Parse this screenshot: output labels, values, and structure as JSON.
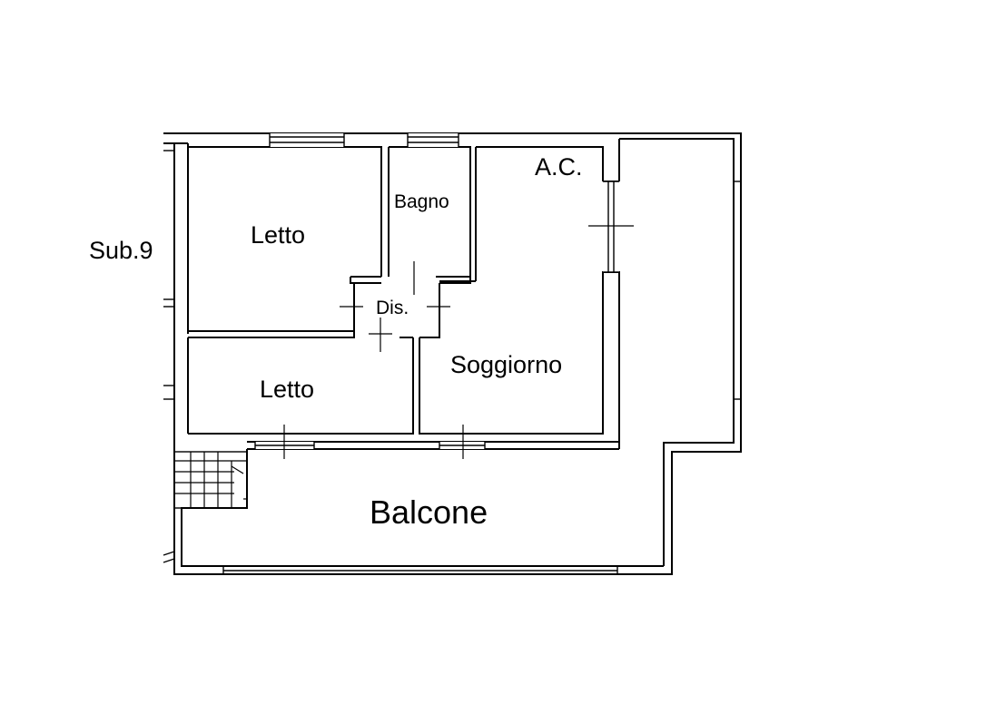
{
  "labels": {
    "sub": "Sub.9",
    "ac": "A.C.",
    "letto_top": "Letto",
    "bagno": "Bagno",
    "dis": "Dis.",
    "letto_bottom": "Letto",
    "soggiorno": "Soggiorno",
    "balcone": "Balcone"
  }
}
